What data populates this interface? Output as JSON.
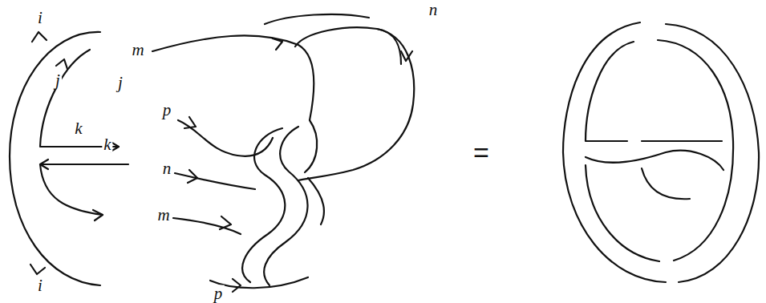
{
  "diagram": {
    "labels": [
      "n",
      "i",
      "m",
      "j",
      "j",
      "p",
      "k",
      "n",
      "k",
      "m",
      "i",
      "p",
      "="
    ]
  }
}
